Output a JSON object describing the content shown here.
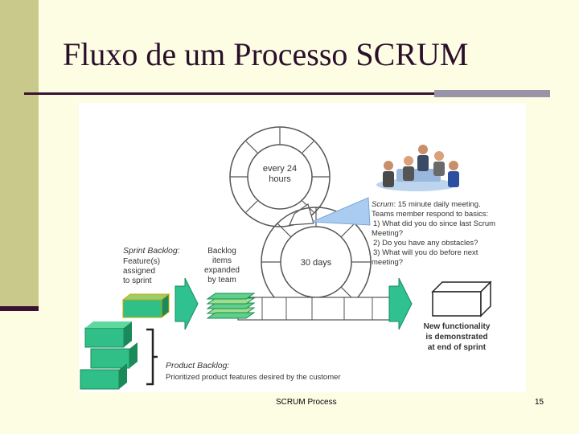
{
  "slide": {
    "title": "Fluxo de um Processo SCRUM",
    "footer": "SCRUM Process",
    "page_number": "15"
  },
  "diagram": {
    "cycle_daily": [
      "every 24",
      "hours"
    ],
    "cycle_sprint": "30 days",
    "scrum_note": {
      "heading": "Scrum",
      "lines": [
        ": 15 minute daily meeting.",
        "Teams member respond to basics:",
        "1) What did you do since last Scrum",
        "Meeting?",
        "2) Do you have any obstacles?",
        "3) What will you do before next",
        "meeting?"
      ]
    },
    "sprint_backlog": {
      "heading": "Sprint Backlog",
      "lines": [
        "Feature(s)",
        "assigned",
        "to sprint"
      ]
    },
    "backlog_items": [
      "Backlog",
      "items",
      "expanded",
      "by team"
    ],
    "product_backlog": {
      "heading": "Product Backlog",
      "description": "Prioritized product features desired by the customer"
    },
    "new_functionality": [
      "New functionality",
      "is demonstrated",
      "at end of sprint"
    ],
    "colors": {
      "green": "#2fbf87",
      "green_dark": "#1a8a5a",
      "olive_box": "#7fb25a",
      "arrow_green": "#2fc290",
      "note_blue": "#aaccf0"
    }
  }
}
